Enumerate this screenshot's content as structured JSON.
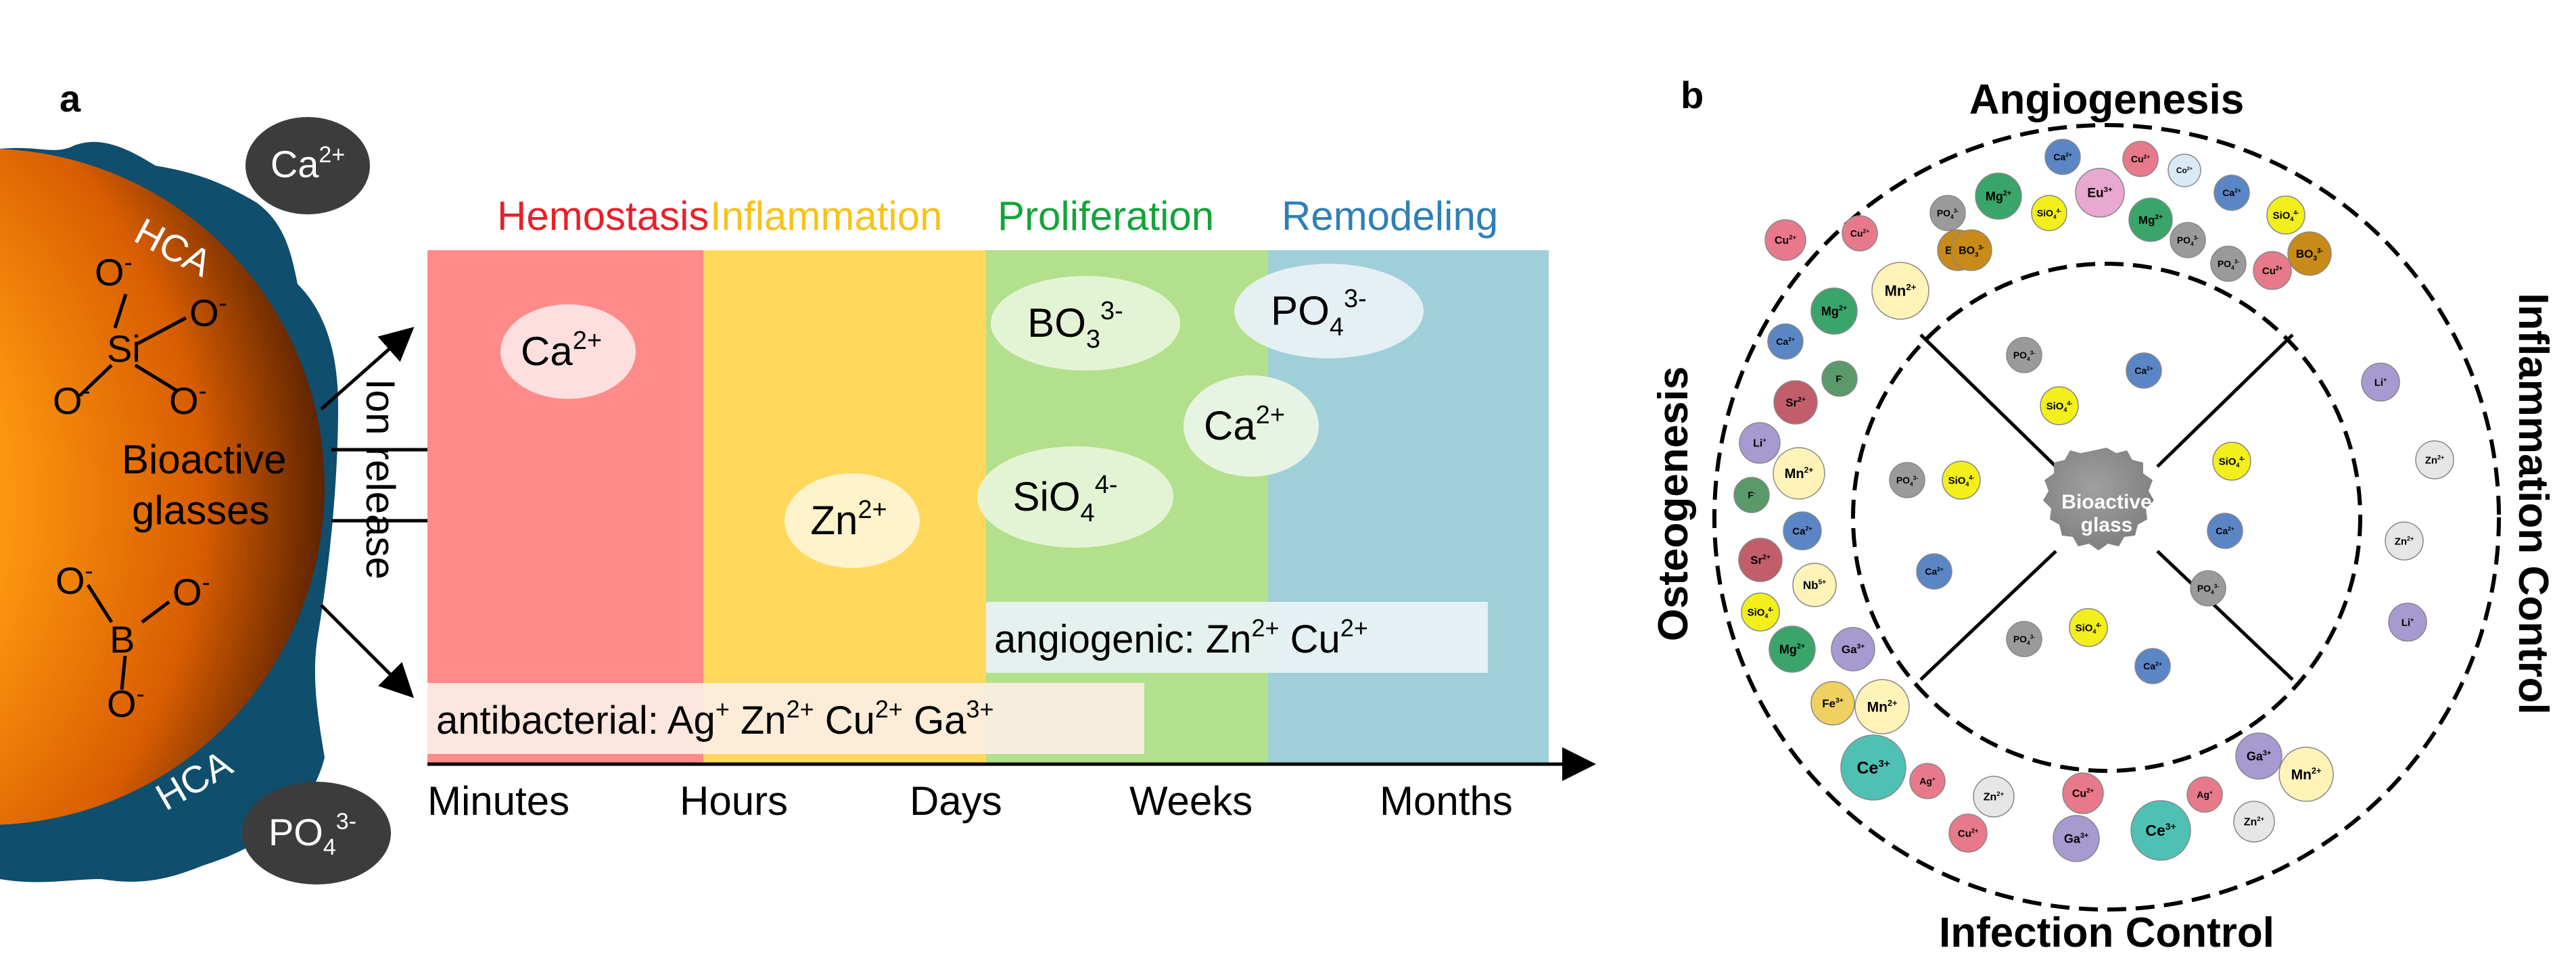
{
  "panel_a": {
    "label": "a",
    "bubble_ca": {
      "base": "Ca",
      "sup": "2+"
    },
    "bubble_po4": {
      "base": "PO",
      "sub": "4",
      "sup": "3-"
    },
    "hca_top": "HCA",
    "hca_bottom": "HCA",
    "sphere_label_line1": "Bioactive",
    "sphere_label_line2": "glasses",
    "silicate": {
      "o": "O",
      "minus": "-",
      "si": "Si"
    },
    "borate": {
      "o": "O",
      "minus": "-",
      "b": "B"
    },
    "ion_release": "Ion release",
    "phases": [
      {
        "label": "Hemostasis",
        "color": "#ff8a8a",
        "text_color": "#e8202a"
      },
      {
        "label": "Inflammation",
        "color": "#ffd85c",
        "text_color": "#f7c21b"
      },
      {
        "label": "Proliferation",
        "color": "#b3e08c",
        "text_color": "#13a43a"
      },
      {
        "label": "Remodeling",
        "color": "#9fcfd8",
        "text_color": "#2f7fb8"
      }
    ],
    "ions": {
      "ca_hemo": {
        "base": "Ca",
        "sup": "2+"
      },
      "zn": {
        "base": "Zn",
        "sup": "2+"
      },
      "bo3": {
        "base": "BO",
        "sub": "3",
        "sup": "3-"
      },
      "sio4": {
        "base": "SiO",
        "sub": "4",
        "sup": "4-"
      },
      "ca_prolif": {
        "base": "Ca",
        "sup": "2+"
      },
      "po4": {
        "base": "PO",
        "sub": "4",
        "sup": "3-"
      }
    },
    "angiogenic": {
      "prefix": "angiogenic: ",
      "ion1": "Zn",
      "ion1_sup": "2+",
      "ion2": "Cu",
      "ion2_sup": "2+"
    },
    "antibacterial": {
      "prefix": "antibacterial: ",
      "ion1": "Ag",
      "ion1_sup": "+",
      "ion2": "Zn",
      "ion2_sup": "2+",
      "ion3": "Cu",
      "ion3_sup": "2+",
      "ion4": "Ga",
      "ion4_sup": "3+"
    },
    "time_axis": [
      "Minutes",
      "Hours",
      "Days",
      "Weeks",
      "Months"
    ]
  },
  "panel_b": {
    "label": "b",
    "top_label": "Angiogenesis",
    "bottom_label": "Infection Control",
    "left_label": "Osteogenesis",
    "right_label": "Inflammation Control",
    "center_line1": "Bioactive",
    "center_line2": "glass",
    "ion_colors": {
      "Ca": "#5b86c6",
      "Cu": "#e8798a",
      "Eu": "#e9a8d0",
      "Co": "#d9eaf7",
      "Mg": "#3aa56a",
      "PO": "#9a9a9a",
      "SiO": "#f2ef1a",
      "BO": "#c88a18",
      "Mn": "#fff3b8",
      "Sr": "#c25d6a",
      "F": "#5a9a6a",
      "Li": "#a79ad0",
      "Zn": "#e6e6e6",
      "Nb": "#fff3b8",
      "Ga": "#a79ad0",
      "Fe": "#f0d060",
      "Ce": "#4fc1b4",
      "Ag": "#e8798a"
    },
    "outer_ions": [
      {
        "base": "Ca",
        "sup": "2+"
      },
      {
        "base": "Cu",
        "sup": "2+"
      },
      {
        "base": "Co",
        "sup": "2+"
      },
      {
        "base": "Eu",
        "sup": "3+"
      },
      {
        "base": "Mg",
        "sup": "2+"
      },
      {
        "base": "PO",
        "sub": "4",
        "sup": "3-"
      },
      {
        "base": "SiO",
        "sub": "4",
        "sup": "4-"
      },
      {
        "base": "Mg",
        "sup": "2+"
      },
      {
        "base": "Ca",
        "sup": "2+"
      },
      {
        "base": "SiO",
        "sub": "4",
        "sup": "4-"
      },
      {
        "base": "Cu",
        "sup": "2+"
      },
      {
        "base": "BO",
        "sub": "3",
        "sup": "3-"
      },
      {
        "base": "PO",
        "sub": "4",
        "sup": "3-"
      },
      {
        "base": "Cu",
        "sup": "2+"
      },
      {
        "base": "BO",
        "sub": "3",
        "sup": "3-"
      },
      {
        "base": "Cu",
        "sup": "2+"
      },
      {
        "base": "PO",
        "sub": "4",
        "sup": "3-"
      },
      {
        "base": "BO",
        "sub": "3",
        "sup": "3-"
      },
      {
        "base": "Mn",
        "sup": "2+"
      },
      {
        "base": "Mg",
        "sup": "2+"
      },
      {
        "base": "Ca",
        "sup": "2+"
      },
      {
        "base": "F",
        "sup": "-"
      },
      {
        "base": "Sr",
        "sup": "2+"
      },
      {
        "base": "Li",
        "sup": "+"
      },
      {
        "base": "Mn",
        "sup": "2+"
      },
      {
        "base": "F",
        "sup": "-"
      },
      {
        "base": "Ca",
        "sup": "2+"
      },
      {
        "base": "Sr",
        "sup": "2+"
      },
      {
        "base": "Nb",
        "sup": "5+"
      },
      {
        "base": "SiO",
        "sub": "4",
        "sup": "4-"
      },
      {
        "base": "Mg",
        "sup": "2+"
      },
      {
        "base": "Ga",
        "sup": "3+"
      },
      {
        "base": "Fe",
        "sup": "3+"
      },
      {
        "base": "Mn",
        "sup": "2+"
      },
      {
        "base": "Li",
        "sup": "+"
      },
      {
        "base": "Zn",
        "sup": "2+"
      },
      {
        "base": "Zn",
        "sup": "2+"
      },
      {
        "base": "Li",
        "sup": "+"
      },
      {
        "base": "Ce",
        "sup": "3+"
      },
      {
        "base": "Ag",
        "sup": "+"
      },
      {
        "base": "Zn",
        "sup": "2+"
      },
      {
        "base": "Cu",
        "sup": "2+"
      },
      {
        "base": "Ga",
        "sup": "3+"
      },
      {
        "base": "Cu",
        "sup": "2+"
      },
      {
        "base": "Ce",
        "sup": "3+"
      },
      {
        "base": "Ag",
        "sup": "+"
      },
      {
        "base": "Ga",
        "sup": "3+"
      },
      {
        "base": "Zn",
        "sup": "2+"
      },
      {
        "base": "Mn",
        "sup": "2+"
      }
    ],
    "inner_ions": [
      {
        "base": "PO",
        "sub": "4",
        "sup": "3-"
      },
      {
        "base": "Ca",
        "sup": "2+"
      },
      {
        "base": "SiO",
        "sub": "4",
        "sup": "4-"
      },
      {
        "base": "PO",
        "sub": "4",
        "sup": "3-"
      },
      {
        "base": "SiO",
        "sub": "4",
        "sup": "4-"
      },
      {
        "base": "SiO",
        "sub": "4",
        "sup": "4-"
      },
      {
        "base": "Ca",
        "sup": "2+"
      },
      {
        "base": "Ca",
        "sup": "2+"
      },
      {
        "base": "PO",
        "sub": "4",
        "sup": "3-"
      },
      {
        "base": "PO",
        "sub": "4",
        "sup": "3-"
      },
      {
        "base": "SiO",
        "sub": "4",
        "sup": "4-"
      },
      {
        "base": "Ca",
        "sup": "2+"
      }
    ]
  }
}
